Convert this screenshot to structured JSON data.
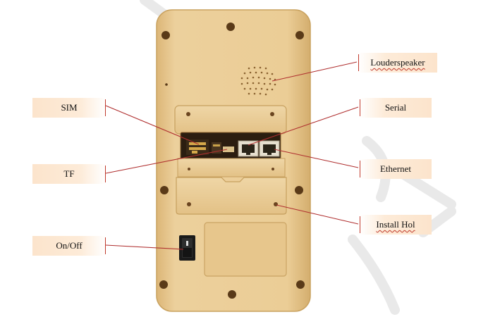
{
  "labels": {
    "loudspeaker": "Louderspeaker",
    "serial": "Serial",
    "sim": "SIM",
    "tf": "TF",
    "ethernet": "Ethernet",
    "install_hole": "Install Hol",
    "onoff": "On/Off"
  },
  "colors": {
    "device_body": "#e9c88e",
    "device_edge": "#d2ac6a",
    "leader_line": "#b03030",
    "label_fill": "#fce4cc"
  }
}
